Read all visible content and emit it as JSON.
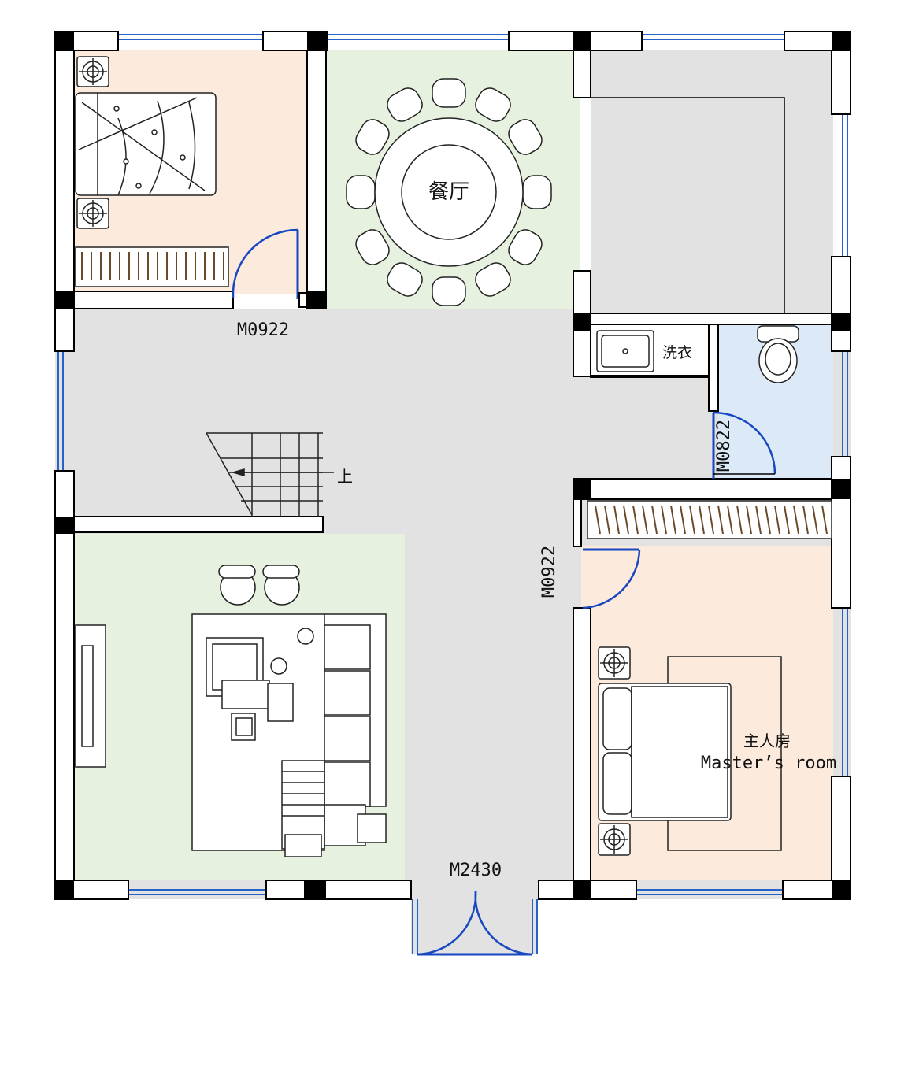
{
  "labels": {
    "dining": "餐厅",
    "laundry": "洗衣",
    "stairs_up": "上",
    "master_cn": "主人房",
    "master_en": "Master’s room",
    "door_bedroom1": "M0922",
    "door_bathroom": "M0822",
    "door_master": "M0922",
    "door_entrance": "M2430"
  },
  "colors": {
    "bedroom": "#fcebdc",
    "dining": "#e6f1df",
    "living": "#e6f1df",
    "corridor": "#e2e2e2",
    "bathroom": "#dceaf8",
    "wall": "#000000",
    "window": "#2563c9",
    "door_swing": "#1847c2"
  },
  "icons": [
    "plan-outline",
    "bed-icon",
    "wardrobe-icon",
    "dining-table-icon",
    "chair-icon",
    "stair-icon",
    "sink-icon",
    "toilet-icon",
    "sofa-icon",
    "tv-cabinet-icon",
    "lamp-icon",
    "door-swing-icon",
    "window-icon"
  ]
}
